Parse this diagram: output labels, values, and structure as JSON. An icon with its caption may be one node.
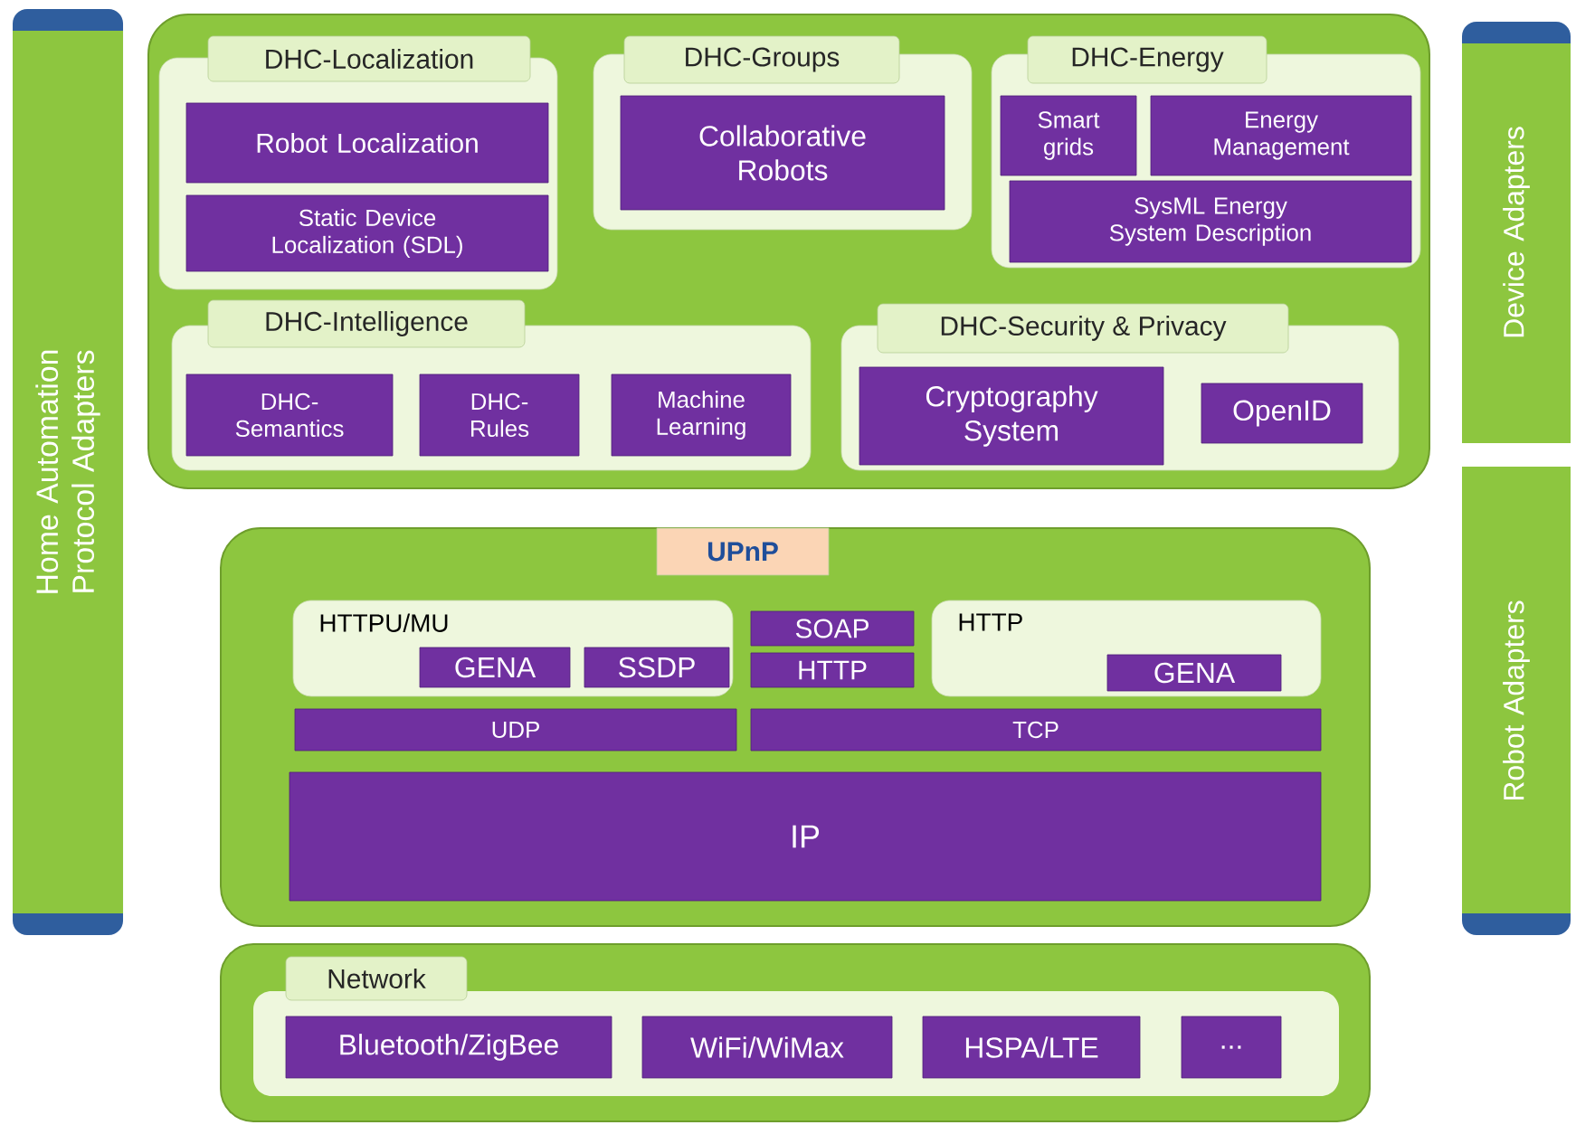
{
  "diagram": {
    "nodes": [
      {
        "text": [
          "Home Automation Protocol Adapters"
        ]
      },
      {
        "text": [],
        "shape": "box"
      },
      {
        "text": [
          "DHC-Localization"
        ],
        "in": 1
      },
      {
        "text": [
          "Robot Localization"
        ],
        "in": 2
      },
      {
        "text": [
          "Static Device Localization (SDL)"
        ],
        "in": 2
      },
      {
        "text": [
          "DHC-Groups"
        ],
        "in": 1
      },
      {
        "text": [
          "Collaborative Robots"
        ],
        "in": 5
      },
      {
        "text": [
          "DHC-Energy"
        ],
        "in": 1
      },
      {
        "text": [
          "Smart grids"
        ],
        "in": 7
      },
      {
        "text": [
          "Energy Management"
        ],
        "in": 7
      },
      {
        "text": [
          "SysML Energy System Description"
        ],
        "in": 7
      },
      {
        "text": [
          "Device Adapters"
        ]
      },
      {
        "text": [
          "DHC-Intelligence"
        ],
        "in": 1
      },
      {
        "text": [
          "DHC-Semantics"
        ],
        "in": 12
      },
      {
        "text": [
          "DHC-Rules"
        ],
        "in": 12
      },
      {
        "text": [
          "Machine Learning"
        ],
        "in": 12
      },
      {
        "text": [
          "DHC-Security & Privacy"
        ],
        "in": 1
      },
      {
        "text": [
          "Cryptography System"
        ],
        "in": 16
      },
      {
        "text": [
          "OpenID"
        ],
        "in": 16
      },
      {
        "text": [
          "Robot Adapters"
        ]
      },
      {
        "text": [
          "UPnP"
        ]
      },
      {
        "text": [
          "HTTPU/MU"
        ],
        "in": 20
      },
      {
        "text": [
          "GENA"
        ],
        "in": 21
      },
      {
        "text": [
          "SSDP"
        ],
        "in": 21
      },
      {
        "text": [
          "SOAP"
        ],
        "in": 20
      },
      {
        "text": [
          "HTTP"
        ],
        "in": 20
      },
      {
        "text": [
          "HTTP"
        ],
        "in": 20
      },
      {
        "text": [
          "GENA"
        ],
        "in": 26
      },
      {
        "text": [
          "UDP"
        ],
        "in": 20
      },
      {
        "text": [
          "TCP"
        ],
        "in": 20
      },
      {
        "text": [
          "IP"
        ],
        "in": 20
      },
      {
        "text": [
          "Network"
        ]
      },
      {
        "text": [
          "Bluetooth/ZigBee"
        ],
        "in": 31
      },
      {
        "text": [
          "WiFi/WiMax"
        ],
        "in": 31
      },
      {
        "text": [
          "HSPA/LTE"
        ],
        "in": 31
      },
      {
        "text": [
          "..."
        ],
        "in": 31
      }
    ]
  }
}
